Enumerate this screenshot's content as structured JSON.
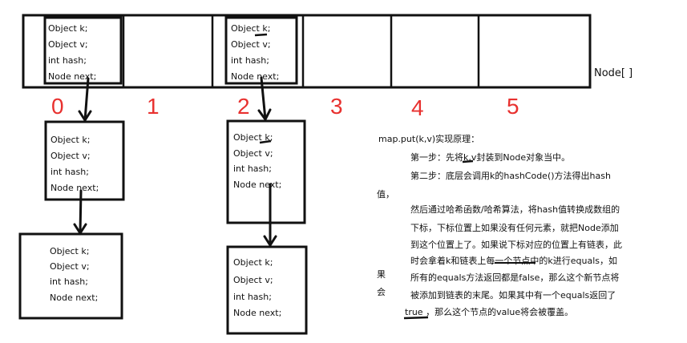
{
  "array": {
    "label": "Node[ ]",
    "indices": [
      "0",
      "1",
      "2",
      "3",
      "4",
      "5"
    ]
  },
  "fields": [
    "Object k;",
    "Object v;",
    "int hash;",
    "Node next;"
  ],
  "explanation": {
    "title": "map.put(k,v)实现原理：",
    "step1": "第一步：先将k,v封装到Node对象当中。",
    "step2a": "第二步：底层会调用k的hashCode()方法得出hash",
    "step2b": "值，",
    "p1": "然后通过哈希函数/哈希算法，将hash值转换成数组的",
    "p2": "下标，下标位置上如果没有任何元素，就把Node添加",
    "p3": "到这个位置上了。如果说下标对应的位置上有链表，此",
    "p4": "时会拿着k和链表上每一个节点中的k进行equals，如",
    "p5": "所有的equals方法返回都是false，那么这个新节点将",
    "p6": "被添加到链表的末尾。如果其中有一个equals返回了",
    "p7": "true ，那么这个节点的value将会被覆盖。",
    "side1": "果",
    "side2": "会"
  }
}
